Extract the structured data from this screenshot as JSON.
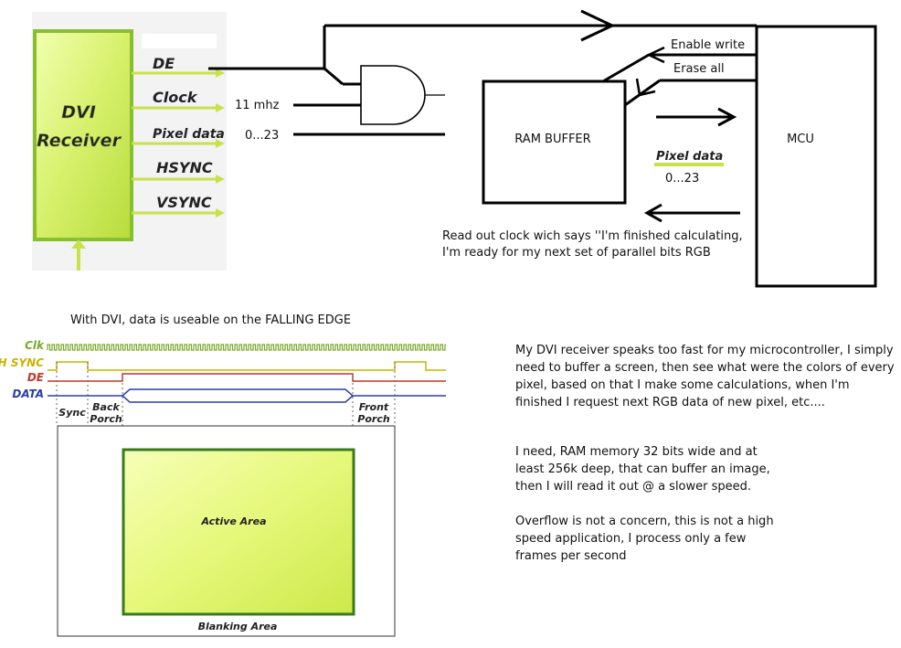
{
  "dvi_block": {
    "title": "DVI Receiver",
    "signals": [
      "DE",
      "Clock",
      "Pixel data",
      "HSYNC",
      "VSYNC"
    ],
    "colors": {
      "body": "#d8f07a",
      "edge": "#7cb82e",
      "arrow": "#c9e24a"
    }
  },
  "labels": {
    "clock_freq": "11 mhz",
    "pixel_range": "0...23",
    "enable_write": "Enable write",
    "erase_all": "Erase all",
    "ram_buffer": "RAM BUFFER",
    "mcu": "MCU",
    "pixel_data_tag": "Pixel data",
    "pixel_data_range": "0...23",
    "readout_line1": "Read out clock wich says ''I'm finished calculating,",
    "readout_line2": "I'm ready for my next set of parallel bits RGB"
  },
  "timing": {
    "heading": "With DVI, data is useable on the FALLING EDGE",
    "signals": [
      {
        "name": "Clk",
        "color": "#7aa82a"
      },
      {
        "name": "H SYNC",
        "color": "#c8b400"
      },
      {
        "name": "DE",
        "color": "#c0392b"
      },
      {
        "name": "DATA",
        "color": "#2a3fa8"
      }
    ],
    "phases": {
      "sync": "Sync",
      "back_porch_1": "Back",
      "back_porch_2": "Porch",
      "front_porch_1": "Front",
      "front_porch_2": "Porch"
    },
    "active_area": "Active Area",
    "blanking_area": "Blanking Area"
  },
  "notes": {
    "p1": "My DVI receiver speaks too fast for my microcontroller, I simply\nneed to buffer a screen, then see what were the colors of every\npixel, based on that I make some calculations, when I'm\nfinished I request next RGB data of new pixel, etc....",
    "p2": "I need, RAM memory 32 bits wide and at\nleast 256k deep, that can buffer an image,\nthen I will read it out @ a slower speed.",
    "p3": "Overflow is not a concern, this is not a high\nspeed application, I process only a few\nframes per second"
  }
}
